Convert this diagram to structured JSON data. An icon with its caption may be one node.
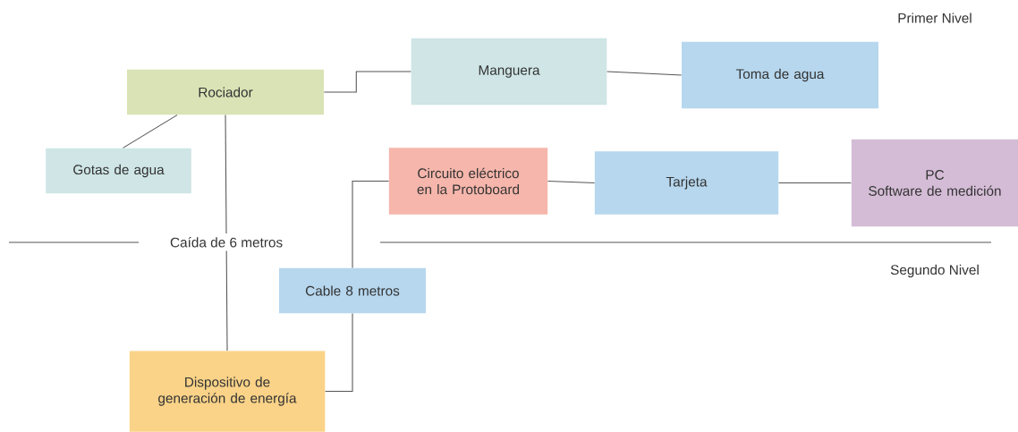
{
  "diagram": {
    "nodes": [
      {
        "text": [
          "Rociador"
        ]
      },
      {
        "text": [
          "Manguera"
        ]
      },
      {
        "text": [
          "Toma de agua"
        ]
      },
      {
        "text": [
          "Gotas de agua"
        ]
      },
      {
        "text": [
          "Circuito eléctrico en la Protoboard"
        ]
      },
      {
        "text": [
          "Tarjeta"
        ]
      },
      {
        "text": [
          "PC",
          "Software de medición"
        ]
      },
      {
        "text": [
          "Cable 8 metros"
        ]
      },
      {
        "text": [
          "Dispositivo de generación de energía"
        ]
      }
    ],
    "edges": [
      {
        "from": 3,
        "to": 0,
        "arrow": "none"
      },
      {
        "from": 0,
        "to": 1,
        "arrow": "none"
      },
      {
        "from": 1,
        "to": 2,
        "arrow": "none"
      },
      {
        "from": 0,
        "to": 8,
        "arrow": "none",
        "label": "Caída de 6 metros"
      },
      {
        "from": 4,
        "to": 5,
        "arrow": "none"
      },
      {
        "from": 5,
        "to": 6,
        "arrow": "none"
      },
      {
        "from": 4,
        "to": 7,
        "arrow": "none"
      },
      {
        "from": 7,
        "to": 8,
        "arrow": "none"
      }
    ],
    "labels": [
      "Primer Nivel",
      "Segundo Nivel"
    ]
  }
}
